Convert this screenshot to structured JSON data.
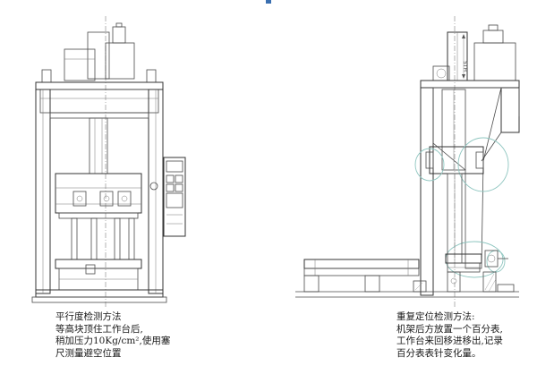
{
  "left_caption": {
    "line1": "平行度检测方法",
    "line2": "等高块顶住工作台后,",
    "line3": "稍加压力10Kg/cm²,使用塞",
    "line4": "尺测量避空位置"
  },
  "right_caption": {
    "line1": "重复定位检测方法:",
    "line2": "机架后方放置一个百分表,",
    "line3": "工作台来回移进移出,记录",
    "line4": "百分表表针变化量。"
  },
  "right_dimension_label": "5TH",
  "colors": {
    "line": "#4a4a4a",
    "highlight_circle": "#8fc6c0",
    "top_mark": "#3a6fb0"
  }
}
